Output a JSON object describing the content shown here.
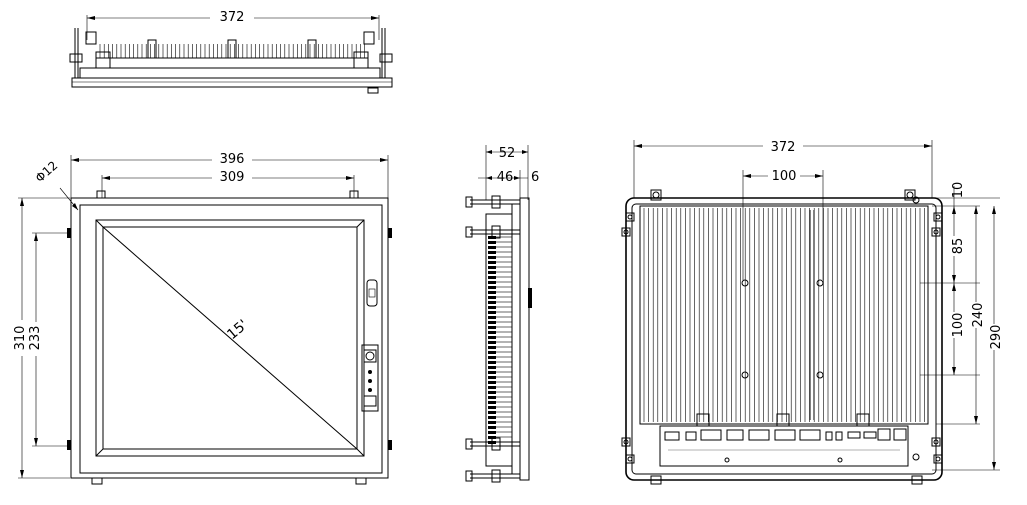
{
  "top_view": {
    "width_dim": "372"
  },
  "front_view": {
    "width_outer": "396",
    "width_holes": "309",
    "hole_dia": "Φ12",
    "height_outer": "310",
    "height_holes": "233",
    "screen_size": "15'"
  },
  "side_view": {
    "depth_total": "52",
    "depth_body": "46",
    "depth_bezel": "6"
  },
  "rear_view": {
    "width_dim": "372",
    "vesa_spacing": "100",
    "top_offset": "10",
    "upper_gap": "85",
    "vesa_v": "100",
    "height_a": "240",
    "height_b": "290"
  },
  "colors": {
    "line": "#000000",
    "background": "#ffffff"
  }
}
